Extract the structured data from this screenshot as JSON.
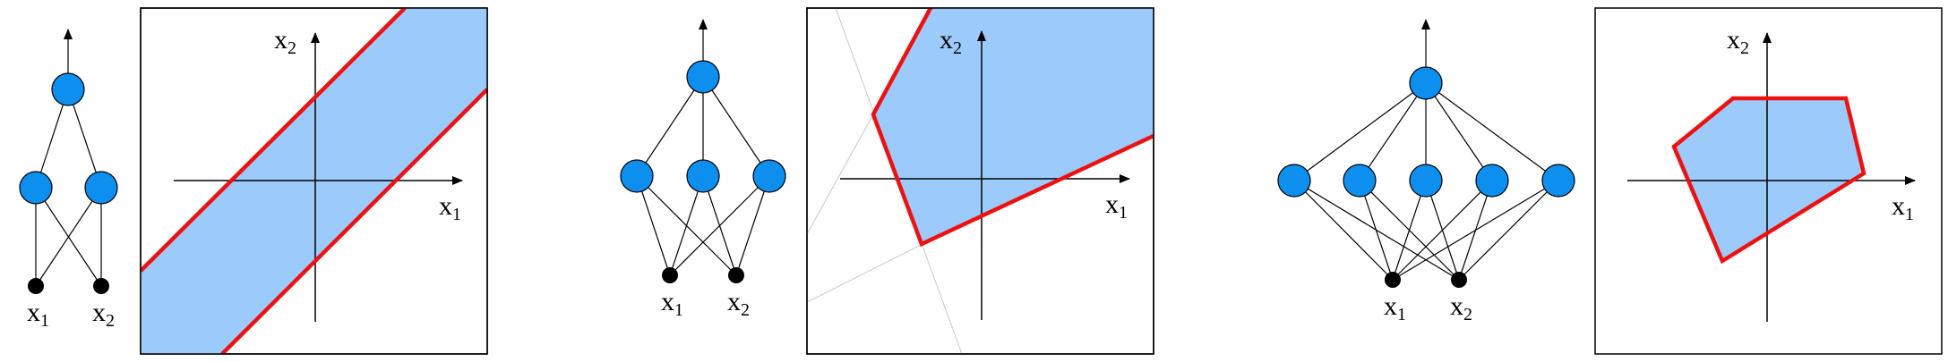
{
  "labels": {
    "x1": "x",
    "x2": "x",
    "sub1": "1",
    "sub2": "2"
  },
  "colors": {
    "node": "#0d8ff0",
    "region": "#9ccbfb",
    "boundary": "#ee1111"
  },
  "panels": [
    {
      "name": "two-hidden-units",
      "hidden_units": 2
    },
    {
      "name": "three-hidden-units",
      "hidden_units": 3
    },
    {
      "name": "five-hidden-units",
      "hidden_units": 5
    }
  ]
}
